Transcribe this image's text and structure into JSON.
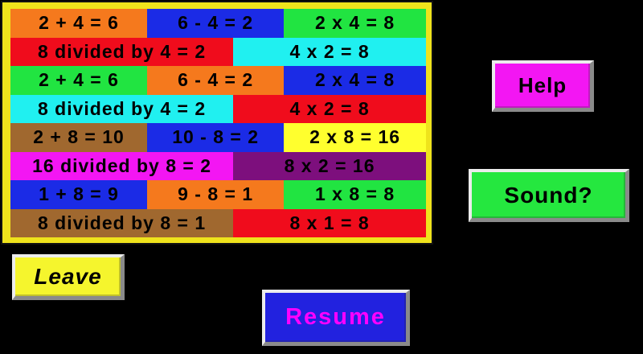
{
  "scene": {
    "background": "#000000"
  },
  "board": {
    "frame_color": "#EFE31C",
    "rows": [
      {
        "cells": [
          {
            "text": "2 + 4 = 6",
            "bg": "#F5791D"
          },
          {
            "text": "6 - 4 = 2",
            "bg": "#1B2BE6"
          },
          {
            "text": "2 x 4 = 8",
            "bg": "#21E441"
          }
        ]
      },
      {
        "cells": [
          {
            "text": "8 divided by 4 = 2",
            "bg": "#F00C1C"
          },
          {
            "text": "4 x 2 = 8",
            "bg": "#20F0F0"
          }
        ]
      },
      {
        "cells": [
          {
            "text": "2 + 4 = 6",
            "bg": "#21E441"
          },
          {
            "text": "6 - 4 = 2",
            "bg": "#F5791D"
          },
          {
            "text": "2 x 4 = 8",
            "bg": "#1B2BE6"
          }
        ]
      },
      {
        "cells": [
          {
            "text": "8 divided by 4 = 2",
            "bg": "#20F0F0"
          },
          {
            "text": "4 x 2 = 8",
            "bg": "#F00C1C"
          }
        ]
      },
      {
        "cells": [
          {
            "text": "2 + 8 = 10",
            "bg": "#A0682F"
          },
          {
            "text": "10 - 8 = 2",
            "bg": "#1B2BE6"
          },
          {
            "text": "2 x 8 = 16",
            "bg": "#FFFF2E"
          }
        ]
      },
      {
        "cells": [
          {
            "text": "16 divided by 8 = 2",
            "bg": "#F316F3"
          },
          {
            "text": "8 x 2 = 16",
            "bg": "#7D0F7D"
          }
        ]
      },
      {
        "cells": [
          {
            "text": "1 + 8 = 9",
            "bg": "#1B2BE6"
          },
          {
            "text": "9 - 8 = 1",
            "bg": "#F5791D"
          },
          {
            "text": "1 x 8 = 8",
            "bg": "#21E441"
          }
        ]
      },
      {
        "cells": [
          {
            "text": "8 divided by 8 = 1",
            "bg": "#A0682F"
          },
          {
            "text": "8 x 1 = 8",
            "bg": "#F00C1C"
          }
        ]
      }
    ]
  },
  "buttons": {
    "help": {
      "label": "Help",
      "bg": "#F316F3",
      "text_color": "#000000"
    },
    "sound": {
      "label": "Sound?",
      "bg": "#25E73F",
      "text_color": "#000000"
    },
    "leave": {
      "label": "Leave",
      "bg": "#F5F52D",
      "text_color": "#000000"
    },
    "resume": {
      "label": "Resume",
      "bg": "#2222DF",
      "text_color": "#FF00FF"
    }
  }
}
